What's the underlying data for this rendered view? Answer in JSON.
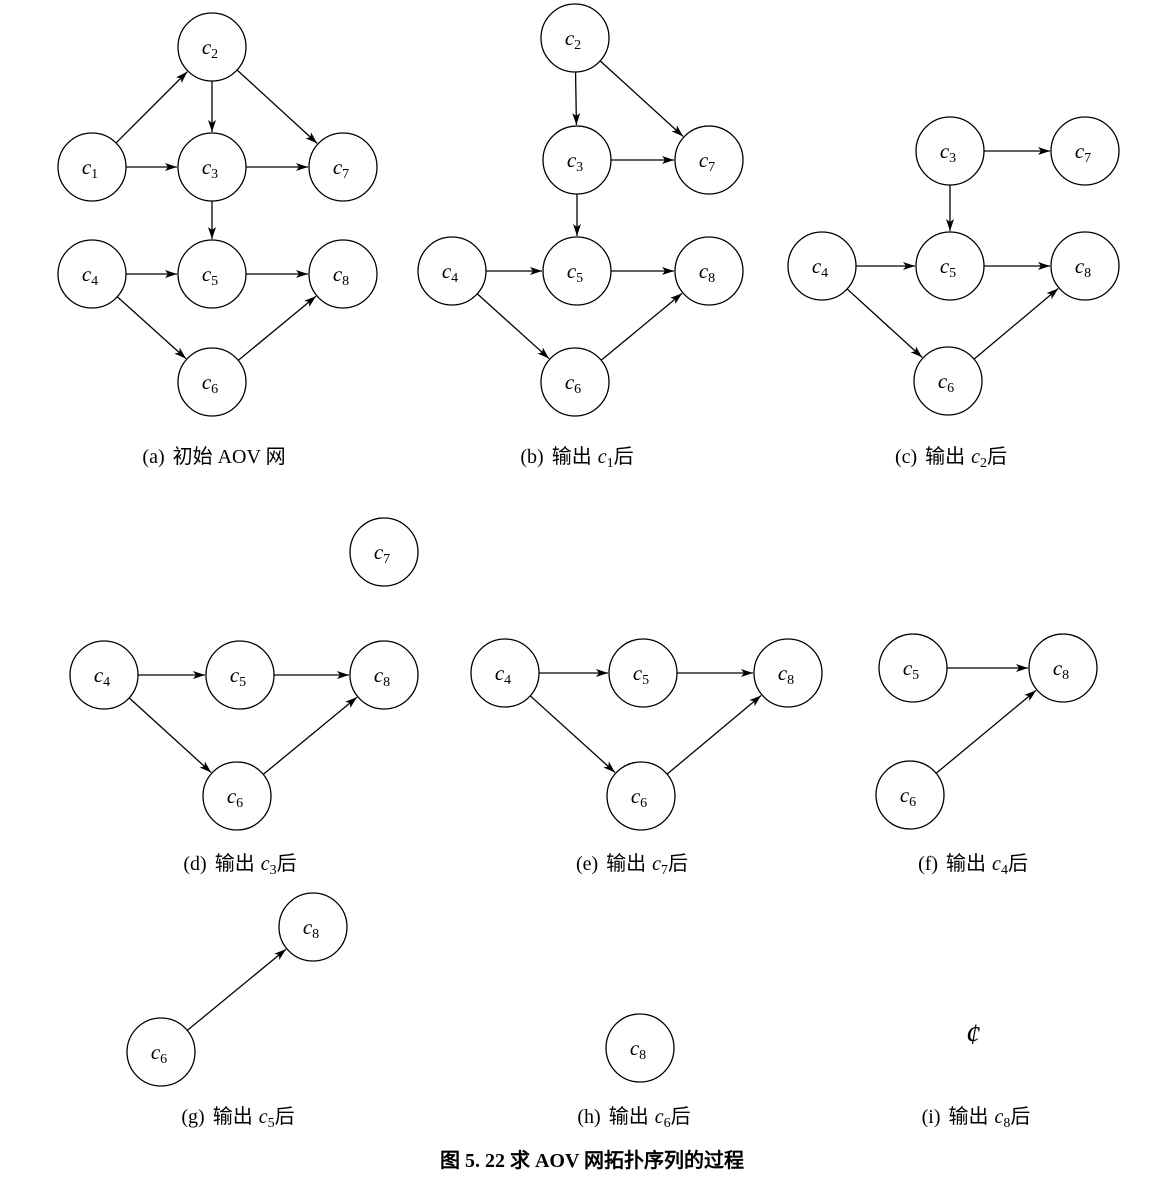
{
  "panels": [
    {
      "id": "a",
      "caption": {
        "label": "(a)",
        "text": "初始 AOV 网",
        "var": "",
        "sub": "",
        "suffix": ""
      },
      "nodes": [
        {
          "id": "c2",
          "base": "c",
          "sub": "2"
        },
        {
          "id": "c1",
          "base": "c",
          "sub": "1"
        },
        {
          "id": "c3",
          "base": "c",
          "sub": "3"
        },
        {
          "id": "c7",
          "base": "c",
          "sub": "7"
        },
        {
          "id": "c4",
          "base": "c",
          "sub": "4"
        },
        {
          "id": "c5",
          "base": "c",
          "sub": "5"
        },
        {
          "id": "c8",
          "base": "c",
          "sub": "8"
        },
        {
          "id": "c6",
          "base": "c",
          "sub": "6"
        }
      ],
      "edges": [
        [
          "c1",
          "c2"
        ],
        [
          "c1",
          "c3"
        ],
        [
          "c2",
          "c3"
        ],
        [
          "c2",
          "c7"
        ],
        [
          "c3",
          "c7"
        ],
        [
          "c3",
          "c5"
        ],
        [
          "c4",
          "c5"
        ],
        [
          "c5",
          "c8"
        ],
        [
          "c4",
          "c6"
        ],
        [
          "c6",
          "c8"
        ]
      ]
    },
    {
      "id": "b",
      "caption": {
        "label": "(b)",
        "text": "输出",
        "var": "c",
        "sub": "1",
        "suffix": "后"
      },
      "nodes": [
        {
          "id": "c2",
          "base": "c",
          "sub": "2"
        },
        {
          "id": "c3",
          "base": "c",
          "sub": "3"
        },
        {
          "id": "c7",
          "base": "c",
          "sub": "7"
        },
        {
          "id": "c4",
          "base": "c",
          "sub": "4"
        },
        {
          "id": "c5",
          "base": "c",
          "sub": "5"
        },
        {
          "id": "c8",
          "base": "c",
          "sub": "8"
        },
        {
          "id": "c6",
          "base": "c",
          "sub": "6"
        }
      ],
      "edges": [
        [
          "c2",
          "c3"
        ],
        [
          "c2",
          "c7"
        ],
        [
          "c3",
          "c7"
        ],
        [
          "c3",
          "c5"
        ],
        [
          "c4",
          "c5"
        ],
        [
          "c5",
          "c8"
        ],
        [
          "c4",
          "c6"
        ],
        [
          "c6",
          "c8"
        ]
      ]
    },
    {
      "id": "c",
      "caption": {
        "label": "(c)",
        "text": "输出",
        "var": "c",
        "sub": "2",
        "suffix": "后"
      },
      "nodes": [
        {
          "id": "c3",
          "base": "c",
          "sub": "3"
        },
        {
          "id": "c7",
          "base": "c",
          "sub": "7"
        },
        {
          "id": "c4",
          "base": "c",
          "sub": "4"
        },
        {
          "id": "c5",
          "base": "c",
          "sub": "5"
        },
        {
          "id": "c8",
          "base": "c",
          "sub": "8"
        },
        {
          "id": "c6",
          "base": "c",
          "sub": "6"
        }
      ],
      "edges": [
        [
          "c3",
          "c7"
        ],
        [
          "c3",
          "c5"
        ],
        [
          "c4",
          "c5"
        ],
        [
          "c5",
          "c8"
        ],
        [
          "c4",
          "c6"
        ],
        [
          "c6",
          "c8"
        ]
      ]
    },
    {
      "id": "d",
      "caption": {
        "label": "(d)",
        "text": "输出",
        "var": "c",
        "sub": "3",
        "suffix": "后"
      },
      "nodes": [
        {
          "id": "c7",
          "base": "c",
          "sub": "7"
        },
        {
          "id": "c4",
          "base": "c",
          "sub": "4"
        },
        {
          "id": "c5",
          "base": "c",
          "sub": "5"
        },
        {
          "id": "c8",
          "base": "c",
          "sub": "8"
        },
        {
          "id": "c6",
          "base": "c",
          "sub": "6"
        }
      ],
      "edges": [
        [
          "c4",
          "c5"
        ],
        [
          "c5",
          "c8"
        ],
        [
          "c4",
          "c6"
        ],
        [
          "c6",
          "c8"
        ]
      ]
    },
    {
      "id": "e",
      "caption": {
        "label": "(e)",
        "text": "输出",
        "var": "c",
        "sub": "7",
        "suffix": "后"
      },
      "nodes": [
        {
          "id": "c4",
          "base": "c",
          "sub": "4"
        },
        {
          "id": "c5",
          "base": "c",
          "sub": "5"
        },
        {
          "id": "c8",
          "base": "c",
          "sub": "8"
        },
        {
          "id": "c6",
          "base": "c",
          "sub": "6"
        }
      ],
      "edges": [
        [
          "c4",
          "c5"
        ],
        [
          "c5",
          "c8"
        ],
        [
          "c4",
          "c6"
        ],
        [
          "c6",
          "c8"
        ]
      ]
    },
    {
      "id": "f",
      "caption": {
        "label": "(f)",
        "text": "输出",
        "var": "c",
        "sub": "4",
        "suffix": "后"
      },
      "nodes": [
        {
          "id": "c5",
          "base": "c",
          "sub": "5"
        },
        {
          "id": "c8",
          "base": "c",
          "sub": "8"
        },
        {
          "id": "c6",
          "base": "c",
          "sub": "6"
        }
      ],
      "edges": [
        [
          "c5",
          "c8"
        ],
        [
          "c6",
          "c8"
        ]
      ]
    },
    {
      "id": "g",
      "caption": {
        "label": "(g)",
        "text": "输出",
        "var": "c",
        "sub": "5",
        "suffix": "后"
      },
      "nodes": [
        {
          "id": "c8",
          "base": "c",
          "sub": "8"
        },
        {
          "id": "c6",
          "base": "c",
          "sub": "6"
        }
      ],
      "edges": [
        [
          "c6",
          "c8"
        ]
      ]
    },
    {
      "id": "h",
      "caption": {
        "label": "(h)",
        "text": "输出",
        "var": "c",
        "sub": "6",
        "suffix": "后"
      },
      "nodes": [
        {
          "id": "c8",
          "base": "c",
          "sub": "8"
        }
      ],
      "edges": []
    },
    {
      "id": "i",
      "caption": {
        "label": "(i)",
        "text": "输出",
        "var": "c",
        "sub": "8",
        "suffix": "后"
      },
      "nodes": [],
      "edges": [],
      "empty_symbol": "¢"
    }
  ],
  "figure_title": "图 5. 22    求 AOV 网拓扑序列的过程"
}
